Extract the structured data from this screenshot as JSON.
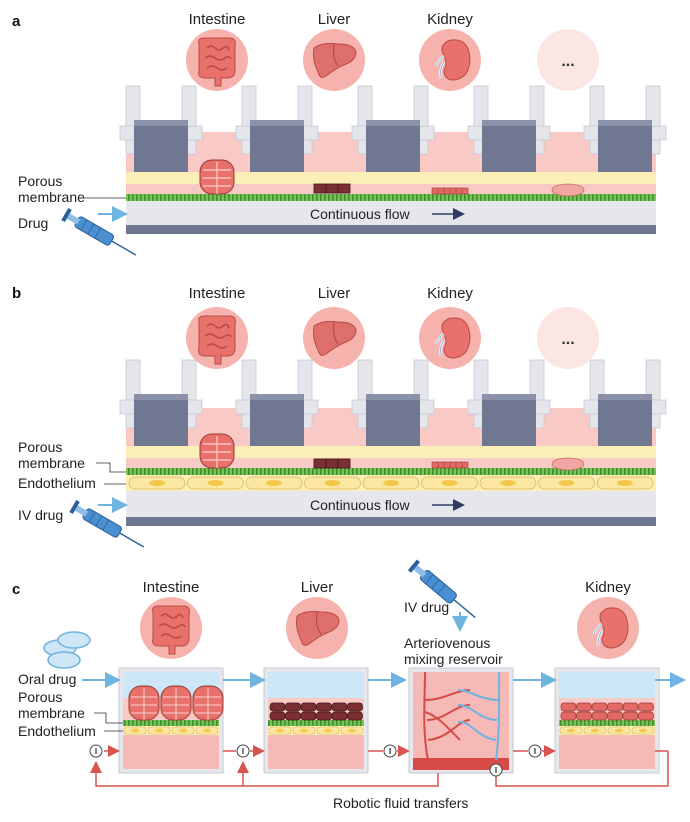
{
  "panel_a": {
    "letter": "a",
    "organs": [
      "Intestine",
      "Liver",
      "Kidney"
    ],
    "more": "...",
    "membrane_label": [
      "Porous",
      "membrane"
    ],
    "drug_label": "Drug",
    "flow_label": "Continuous flow"
  },
  "panel_b": {
    "letter": "b",
    "organs": [
      "Intestine",
      "Liver",
      "Kidney"
    ],
    "more": "...",
    "membrane_label": [
      "Porous",
      "membrane"
    ],
    "endothelium_label": "Endothelium",
    "drug_label": "IV drug",
    "flow_label": "Continuous flow"
  },
  "panel_c": {
    "letter": "c",
    "organs": [
      "Intestine",
      "Liver",
      "Kidney"
    ],
    "oral_drug_label": "Oral drug",
    "membrane_label": [
      "Porous",
      "membrane"
    ],
    "endothelium_label": "Endothelium",
    "iv_drug_label": "IV drug",
    "reservoir_label": [
      "Arteriovenous",
      "mixing reservoir"
    ],
    "valve_symbol": "I",
    "transfers_label": "Robotic fluid transfers"
  },
  "colors": {
    "pink_light": "#f9c9c6",
    "pink_chamber": "#f7b9b5",
    "cream": "#fbeeb6",
    "green_membrane": "#6cb84a",
    "blue_flow": "#6fb3e0",
    "channel_gray": "#e6e7ec",
    "insert_gray": "#6f7791",
    "red_line": "#d9534f",
    "organ_bg": "#f6b3ae"
  },
  "icons": [
    "intestine-icon",
    "liver-icon",
    "kidney-icon",
    "syringe-icon",
    "pills-icon",
    "valve-icon"
  ]
}
